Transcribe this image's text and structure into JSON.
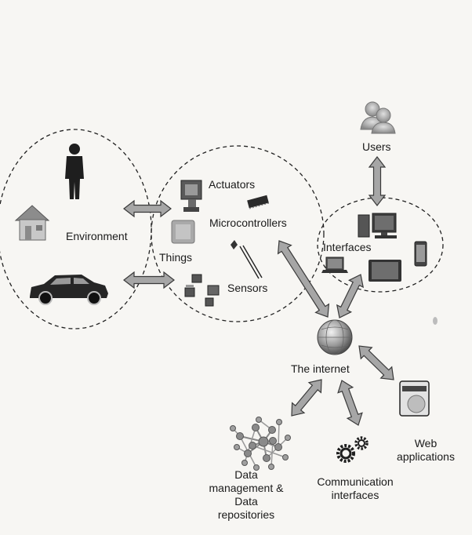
{
  "groups": {
    "environment": "Environment",
    "things": "Things"
  },
  "things": {
    "actuators": "Actuators",
    "microcontrollers": "Microcontrollers",
    "sensors": "Sensors"
  },
  "network": {
    "users": "Users",
    "interfaces": "Interfaces",
    "internet": "The internet"
  },
  "services": {
    "data_line1": "Data",
    "data_line2": "management &",
    "data_line3": "Data",
    "data_line4": "repositories",
    "comm_line1": "Communication",
    "comm_line2": "interfaces",
    "web_line1": "Web",
    "web_line2": "applications"
  },
  "icons": [
    "person-icon",
    "house-icon",
    "car-icon",
    "actuator-icon",
    "microcontroller-icon",
    "thing-chip-icon",
    "sensor-icons",
    "users-icon",
    "desktop-computer-icon",
    "laptop-icon",
    "smartphone-icon",
    "tablet-icon",
    "globe-icon",
    "data-network-icon",
    "gears-icon",
    "web-document-icon"
  ],
  "colors": {
    "ink": "#1a1a1a",
    "arrow_fill": "#a6a6a6",
    "arrow_stroke": "#3a3a3a",
    "background": "#f7f6f3"
  }
}
